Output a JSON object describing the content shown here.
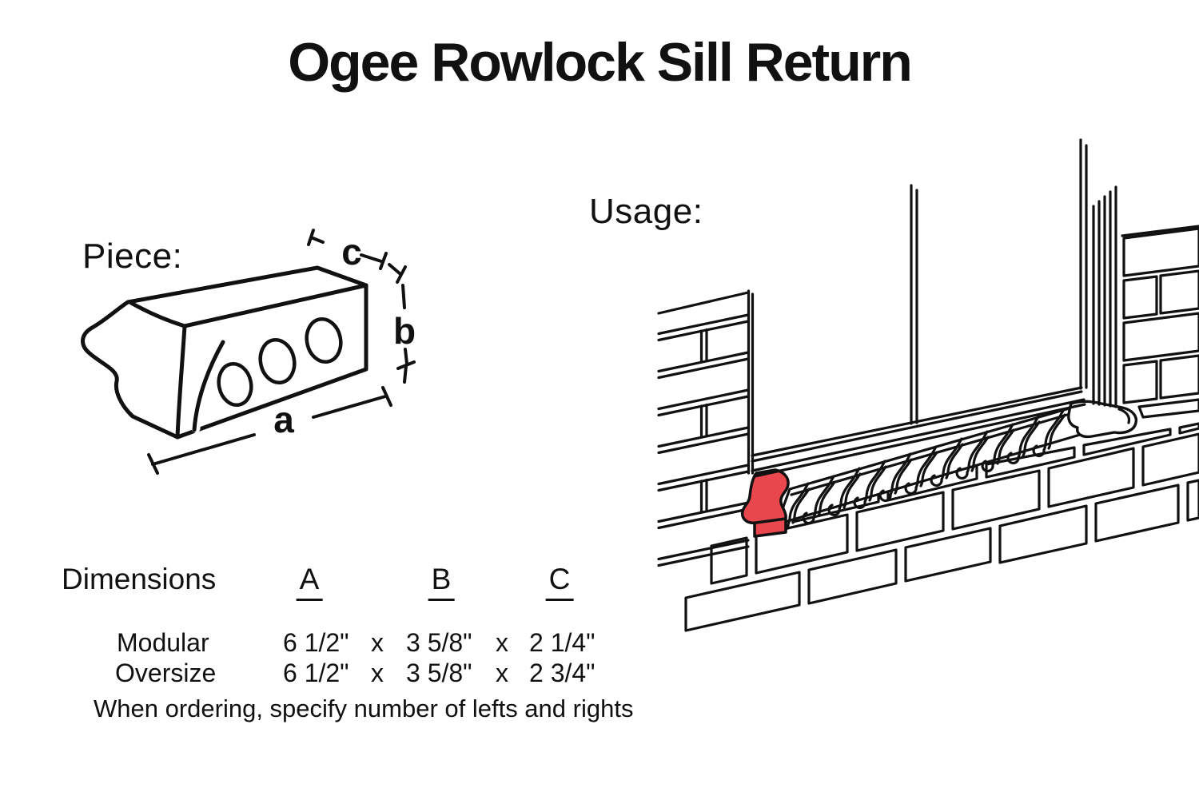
{
  "title": "Ogee Rowlock Sill Return",
  "piece": {
    "label": "Piece:",
    "dim_a": "a",
    "dim_b": "b",
    "dim_c": "c"
  },
  "usage": {
    "label": "Usage:"
  },
  "colors": {
    "highlight_red": "#e8474e",
    "line": "#111111"
  },
  "table": {
    "title": "Dimensions",
    "columns": [
      "A",
      "B",
      "C"
    ],
    "rows": [
      {
        "name": "Modular",
        "a": "6 1/2\"",
        "x1": "x",
        "b": "3 5/8\"",
        "x2": "x",
        "c": "2 1/4\""
      },
      {
        "name": "Oversize",
        "a": "6 1/2\"",
        "x1": "x",
        "b": "3 5/8\"",
        "x2": "x",
        "c": "2 3/4\""
      }
    ],
    "note": "When ordering, specify number of lefts and rights"
  }
}
